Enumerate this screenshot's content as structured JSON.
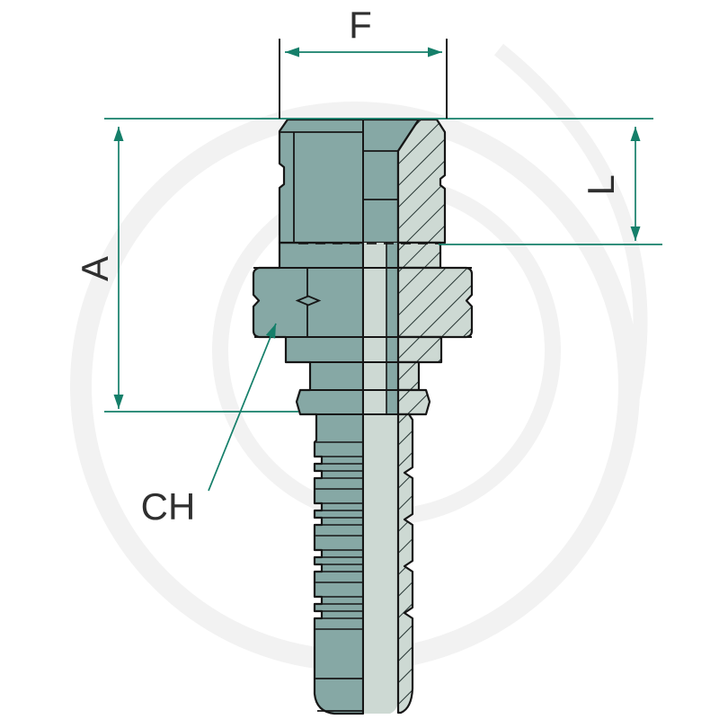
{
  "meta": {
    "type": "technical-drawing",
    "subject": "hydraulic hose fitting, male thread with hose tail, half-section side view"
  },
  "labels": {
    "thread_width": "F",
    "overall_length": "A",
    "thread_length": "L",
    "hex_wrench": "CH"
  },
  "colors": {
    "dimension": "#157f6a",
    "label": "#2f2f2f",
    "outline": "#161616",
    "body_dark": "#86a8a5",
    "body_light": "#cdd9d3",
    "background": "#ffffff"
  }
}
